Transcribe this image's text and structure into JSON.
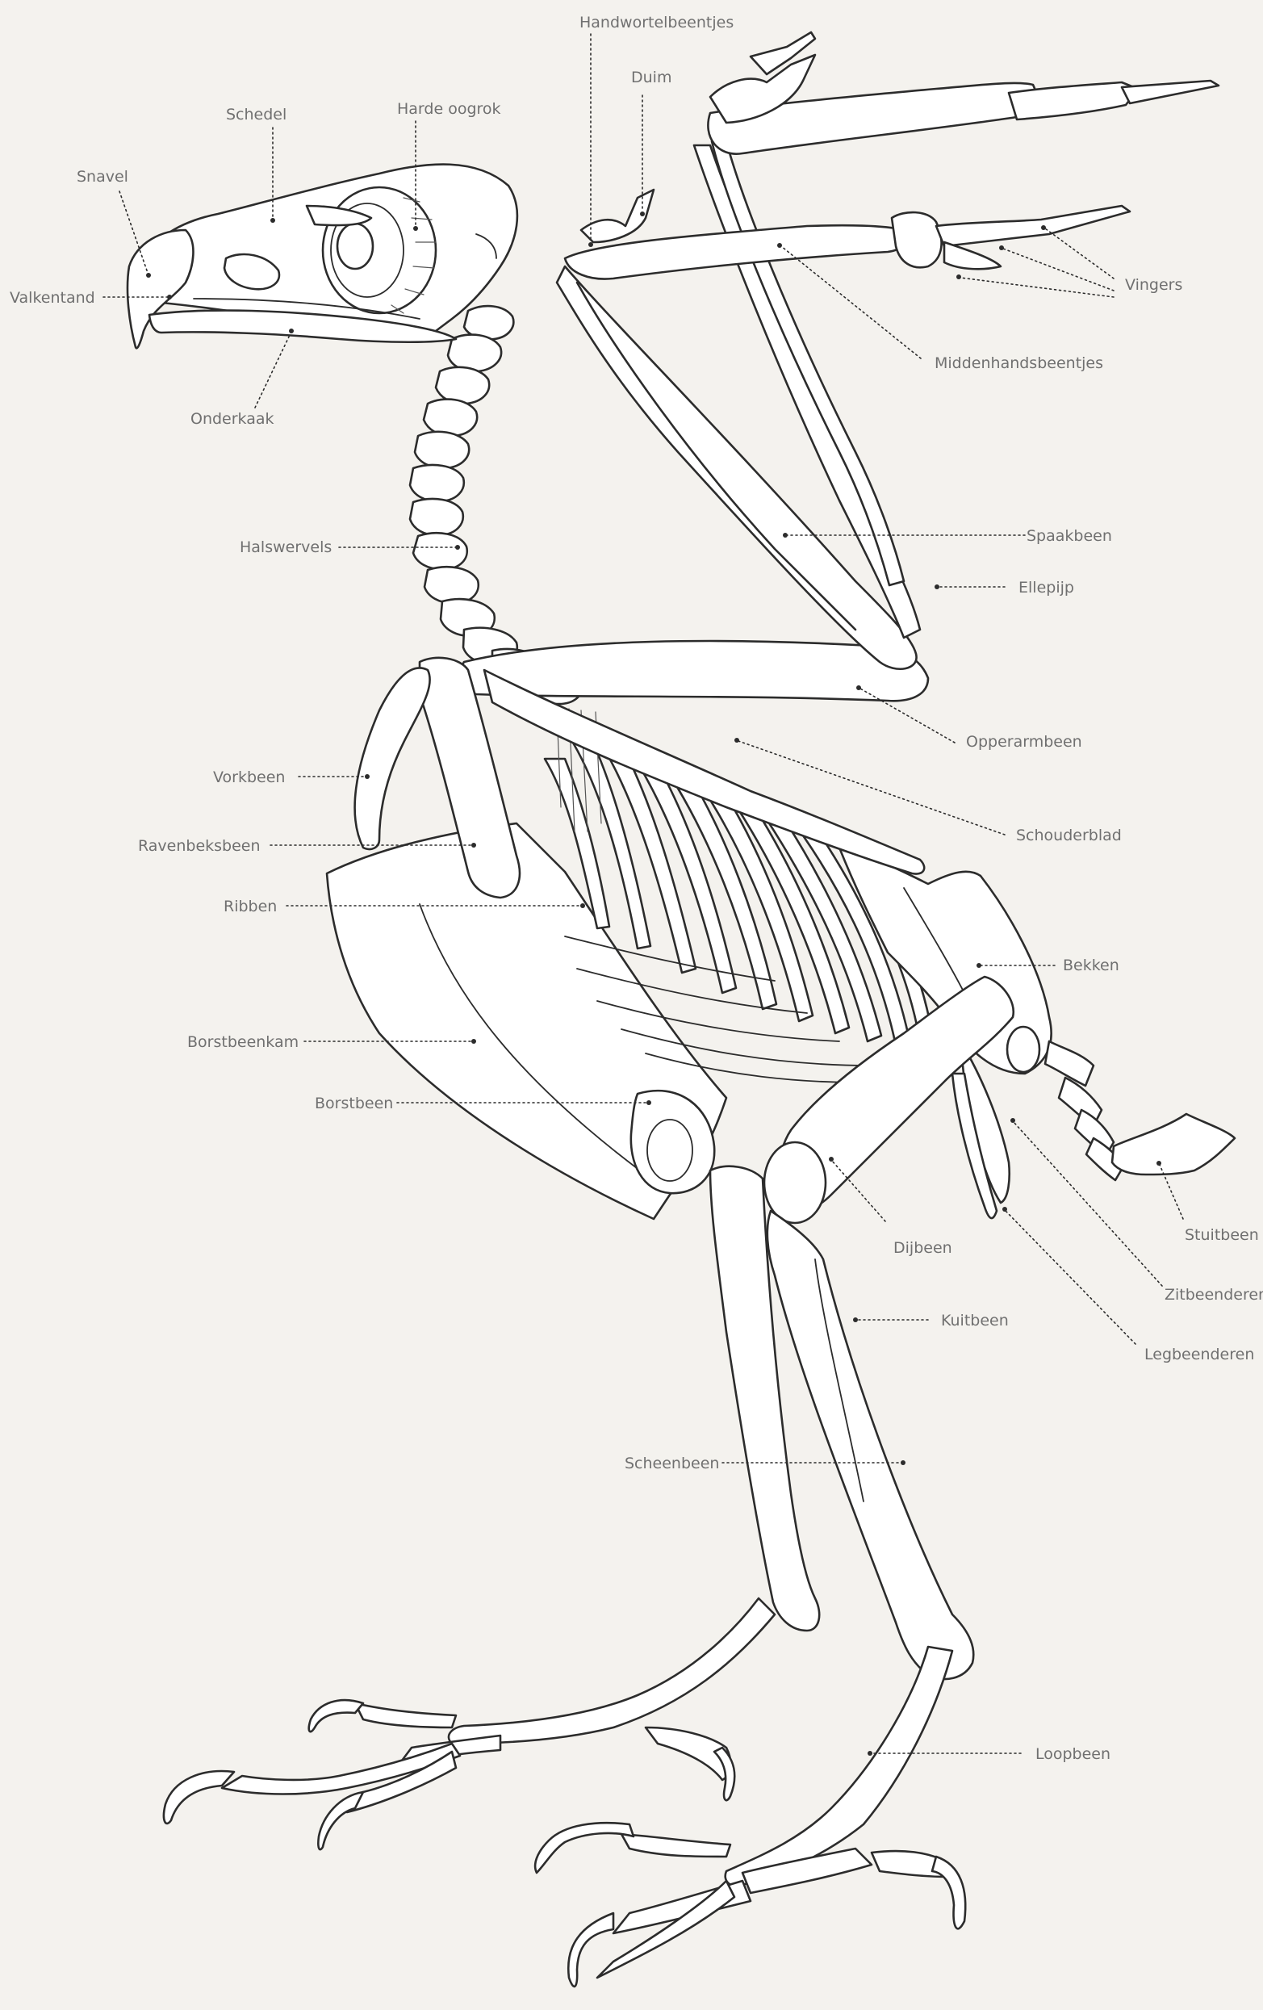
{
  "labels": {
    "handwortelbeentjes": "Handwortelbeentjes",
    "duim": "Duim",
    "schedel": "Schedel",
    "harde_oogrok": "Harde oogrok",
    "snavel": "Snavel",
    "valkentand": "Valkentand",
    "onderkaak": "Onderkaak",
    "vingers": "Vingers",
    "middenhandsbeentjes": "Middenhandsbeentjes",
    "halswervels": "Halswervels",
    "spaakbeen": "Spaakbeen",
    "ellepijp": "Ellepijp",
    "opperarmbeen": "Opperarmbeen",
    "vorkbeen": "Vorkbeen",
    "schouderblad": "Schouderblad",
    "ravenbeksbeen": "Ravenbeksbeen",
    "ribben": "Ribben",
    "bekken": "Bekken",
    "borstbeenkam": "Borstbeenkam",
    "borstbeen": "Borstbeen",
    "stuitbeen": "Stuitbeen",
    "dijbeen": "Dijbeen",
    "zitbeenderen": "Zitbeenderen",
    "kuitbeen": "Kuitbeen",
    "legbeenderen": "Legbeenderen",
    "scheenbeen": "Scheenbeen",
    "loopbeen": "Loopbeen"
  }
}
